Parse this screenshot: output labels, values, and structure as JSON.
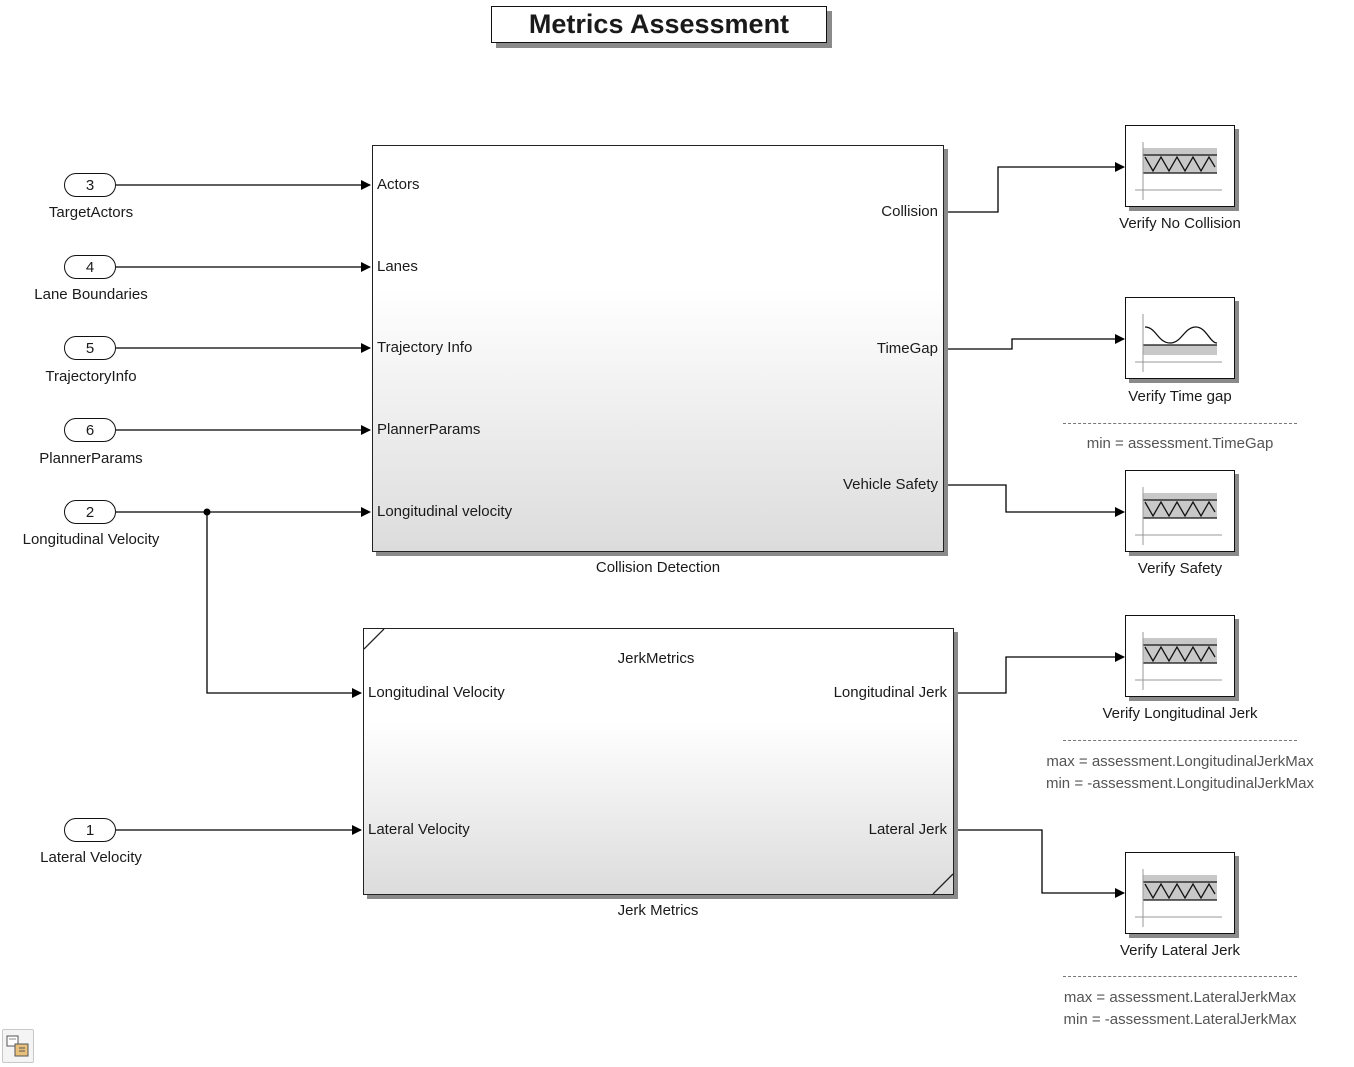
{
  "title": "Metrics Assessment",
  "inports": [
    {
      "number": "3",
      "label": "TargetActors"
    },
    {
      "number": "4",
      "label": "Lane Boundaries"
    },
    {
      "number": "5",
      "label": "TrajectoryInfo"
    },
    {
      "number": "6",
      "label": "PlannerParams"
    },
    {
      "number": "2",
      "label": "Longitudinal Velocity"
    },
    {
      "number": "1",
      "label": "Lateral Velocity"
    }
  ],
  "collision_detection": {
    "name": "Collision Detection",
    "inputs": [
      "Actors",
      "Lanes",
      "Trajectory Info",
      "PlannerParams",
      "Longitudinal velocity"
    ],
    "outputs": [
      "Collision",
      "TimeGap",
      "Vehicle Safety"
    ]
  },
  "jerk_metrics": {
    "name": "Jerk Metrics",
    "inner_title": "JerkMetrics",
    "inputs": [
      "Longitudinal Velocity",
      "Lateral Velocity"
    ],
    "outputs": [
      "Longitudinal Jerk",
      "Lateral Jerk"
    ]
  },
  "verifications": [
    {
      "name": "Verify No Collision",
      "icon": "bounds-check-icon",
      "params": []
    },
    {
      "name": "Verify Time gap",
      "icon": "min-bound-check-icon",
      "params": [
        "min = assessment.TimeGap"
      ]
    },
    {
      "name": "Verify Safety",
      "icon": "bounds-check-icon",
      "params": []
    },
    {
      "name": "Verify Longitudinal Jerk",
      "icon": "bounds-check-icon",
      "params": [
        "max = assessment.LongitudinalJerkMax",
        "min = -assessment.LongitudinalJerkMax"
      ]
    },
    {
      "name": "Verify Lateral Jerk",
      "icon": "bounds-check-icon",
      "params": [
        "max = assessment.LateralJerkMax",
        "min = -assessment.LateralJerkMax"
      ]
    }
  ],
  "colors": {
    "line": "#000000",
    "shadow": "#8a8a8a",
    "band": "#c8c8c8",
    "param_text": "#555555"
  },
  "statusbar": {
    "icon": "model-status-icon"
  }
}
